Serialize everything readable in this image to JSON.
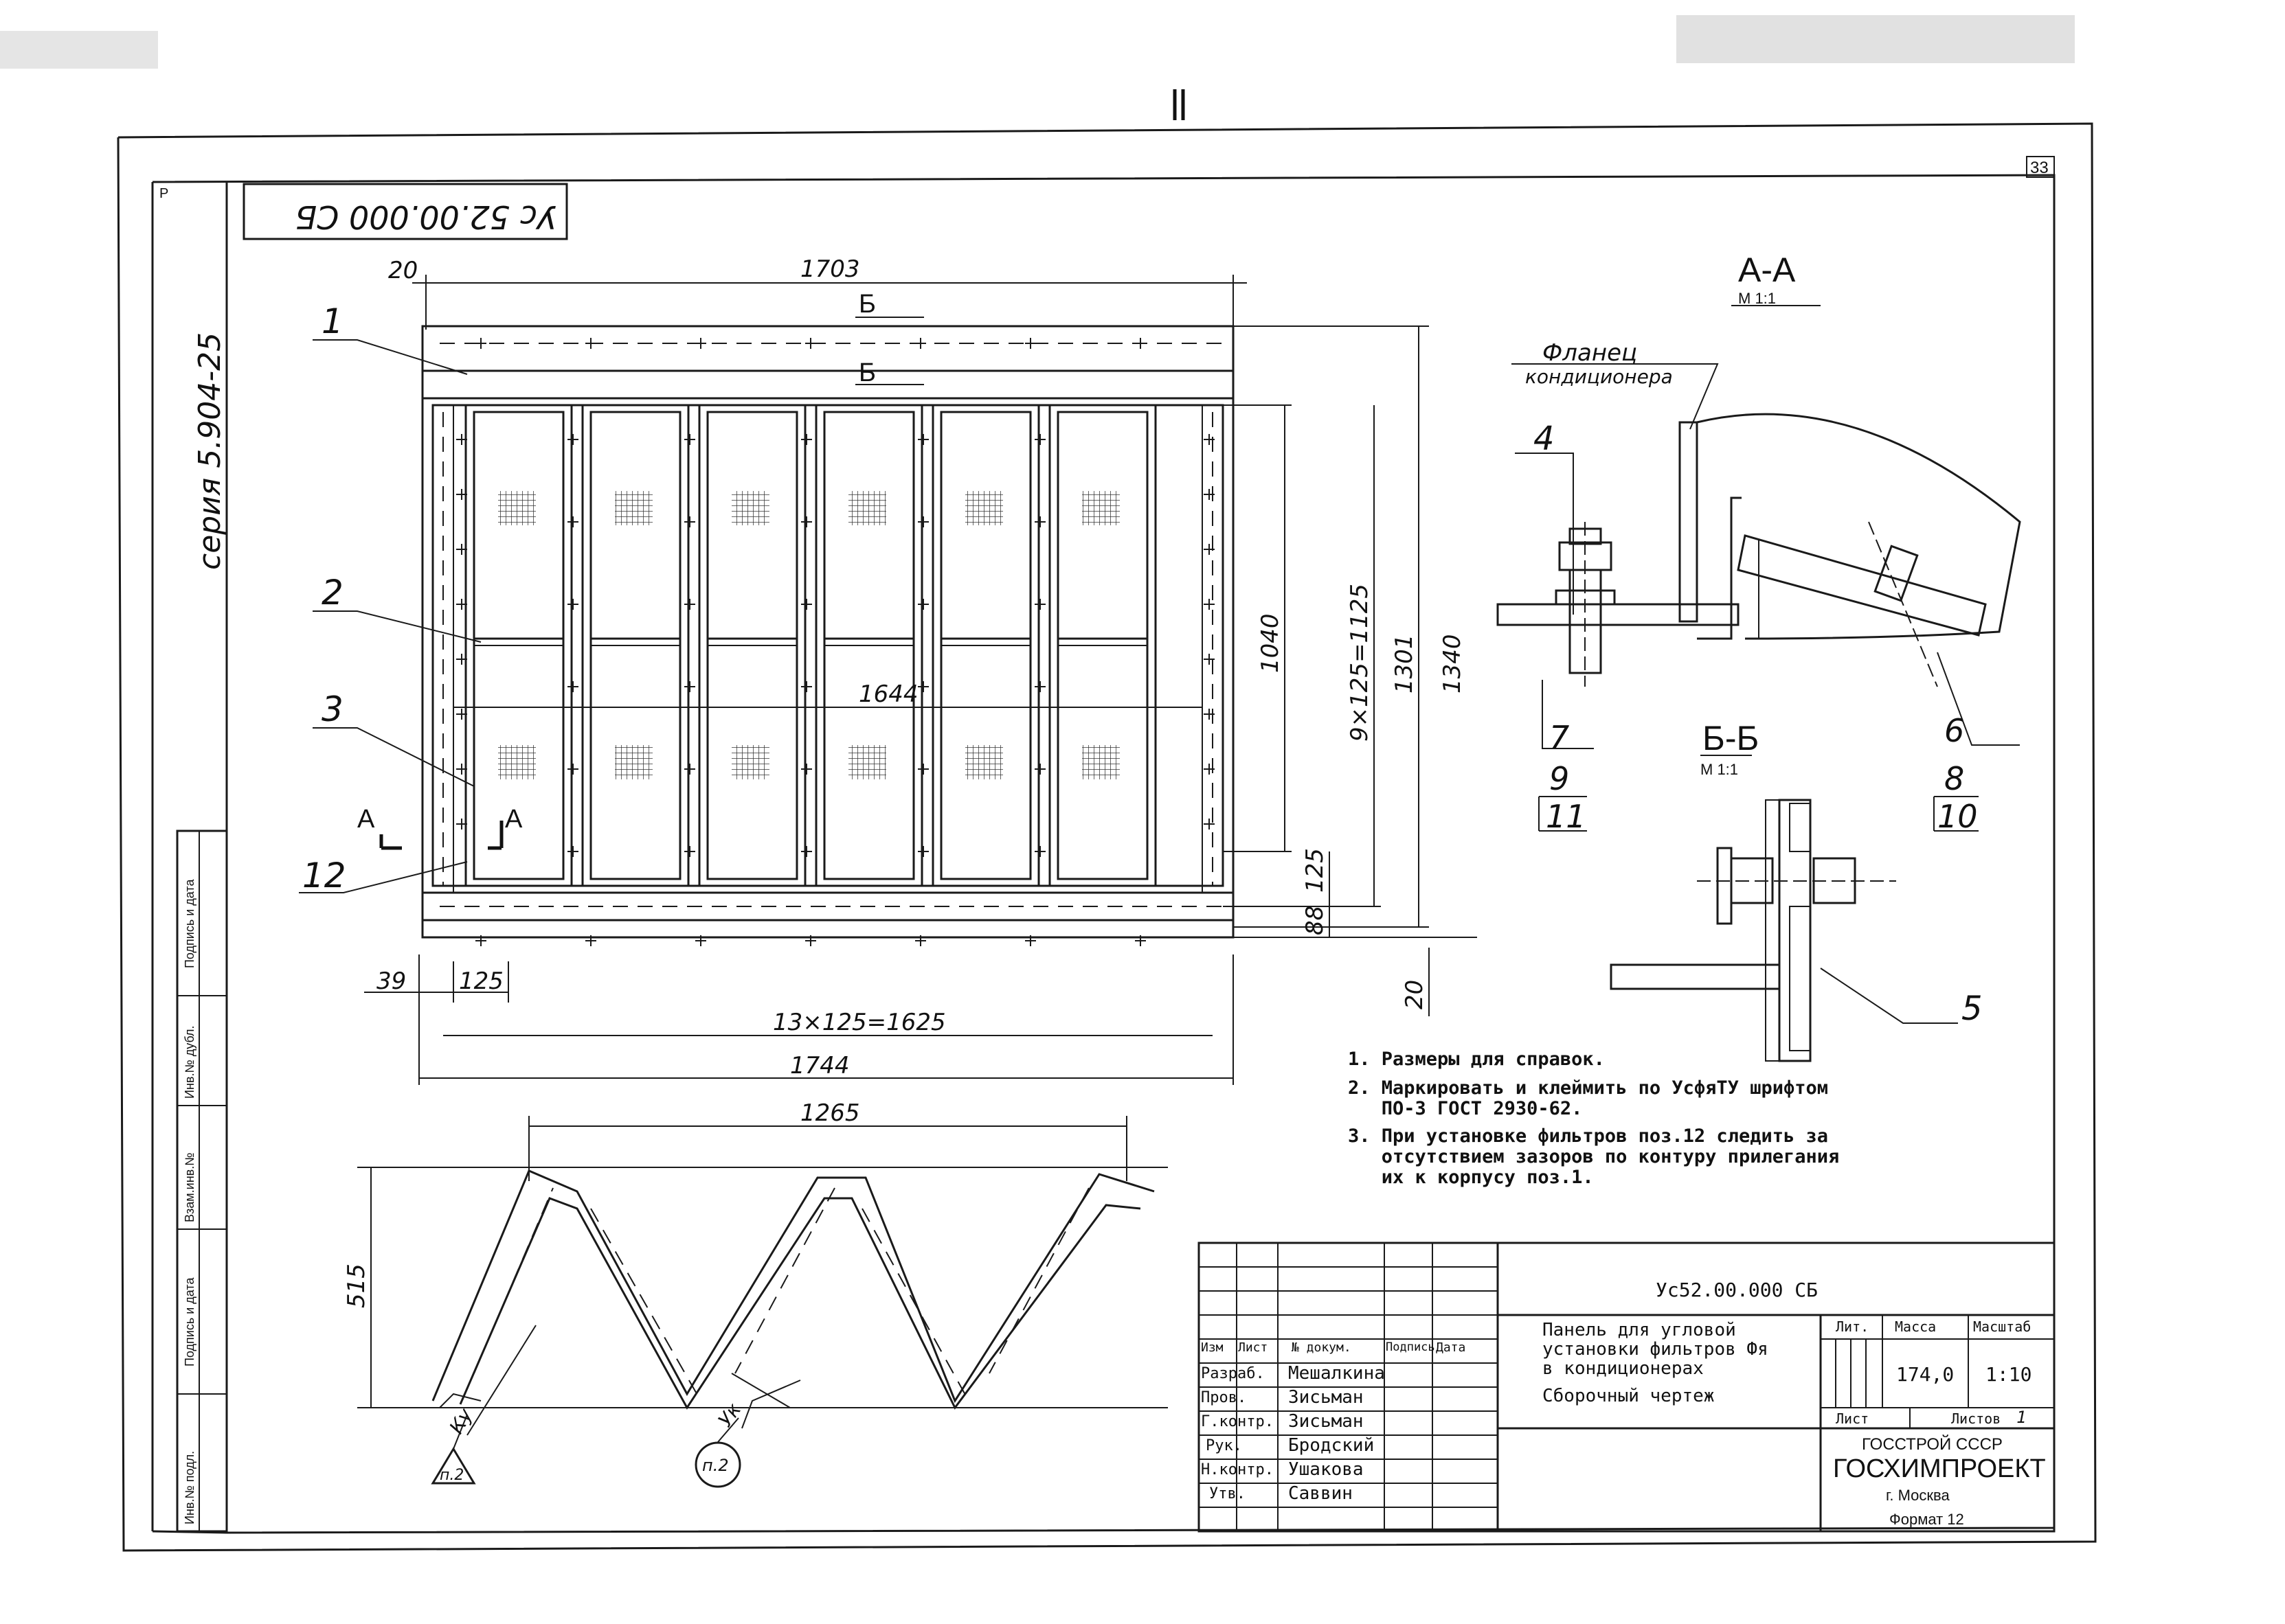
{
  "sheet": {
    "number": "33",
    "designation_rotated": "Ус 52.00.000 СБ",
    "corner_mark": "Р"
  },
  "series_label": "серия 5.904-25",
  "views": {
    "main": {
      "dims": {
        "top_offset": "20",
        "width_1703": "1703",
        "inner_1644": "1644",
        "height_1040": "1040",
        "pitch_vert": "9×125=1125",
        "height_1301": "1301",
        "height_1340": "1340",
        "bottom_125": "125",
        "bottom_88": "88",
        "left_39": "39",
        "left_125": "125",
        "pitch_horiz": "13×125=1625",
        "overall_1744": "1744",
        "right_20": "20"
      },
      "section_marks": {
        "b_top": "Б",
        "b_top2": "Б",
        "a_left": "А",
        "a_right": "А"
      },
      "positions": [
        "1",
        "2",
        "3",
        "12"
      ]
    },
    "section_aa": {
      "title": "А-А",
      "scale": "М 1:1",
      "label_line1": "Фланец",
      "label_line2": "кондиционера",
      "positions": [
        "4",
        "7",
        "9",
        "11",
        "6",
        "8",
        "10"
      ]
    },
    "section_bb": {
      "title": "Б-Б",
      "scale": "М 1:1",
      "positions": [
        "5"
      ]
    },
    "bottom_view": {
      "dims": {
        "width_1265": "1265",
        "height_515": "515"
      },
      "weld_marks": [
        "Ку",
        "Ук"
      ],
      "callouts": [
        "п.2",
        "п.2"
      ]
    }
  },
  "notes": [
    "1. Размеры для справок.",
    "2. Маркировать и клеймить по УсфяТУ шрифтом\n   ПО-3 ГОСТ 2930-62.",
    "3. При установке фильтров поз.12 следить за\n   отсутствием зазоров по контуру прилегания\n   их к корпусу поз.1."
  ],
  "left_stamp": {
    "cells": [
      "Подпись и дата",
      "Инв.№ дубл.",
      "Взам.инв.№",
      "Подпись и дата",
      "Инв.№ подл."
    ]
  },
  "title_block": {
    "document_code": "Ус52.00.000 СБ",
    "name_lines": [
      "Панель для угловой",
      "установки фильтров Фя",
      "в кондиционерах"
    ],
    "doc_type": "Сборочный чертеж",
    "header_cols": [
      "Изм",
      "Лист",
      "№ докум.",
      "Подпись",
      "Дата"
    ],
    "roles": [
      {
        "role": "Разраб.",
        "name": "Мешалкина"
      },
      {
        "role": "Пров.",
        "name": "Зисьман"
      },
      {
        "role": "Г.контр.",
        "name": "Зисьман"
      },
      {
        "role": "Рук.",
        "name": "Бродский"
      },
      {
        "role": "Н.контр.",
        "name": "Ушакова"
      },
      {
        "role": "Утв.",
        "name": "Саввин"
      }
    ],
    "col_lit": "Лит.",
    "col_mass": "Масса",
    "col_scale": "Масштаб",
    "mass": "174,0",
    "scale": "1:10",
    "sheet_label": "Лист",
    "sheets_label": "Листов",
    "sheets_value": "1",
    "org_line1": "ГОССТРОЙ СССР",
    "org_line2": "ГОСХИМПРОЕКТ",
    "org_city": "г. Москва",
    "format": "Формат 12"
  }
}
